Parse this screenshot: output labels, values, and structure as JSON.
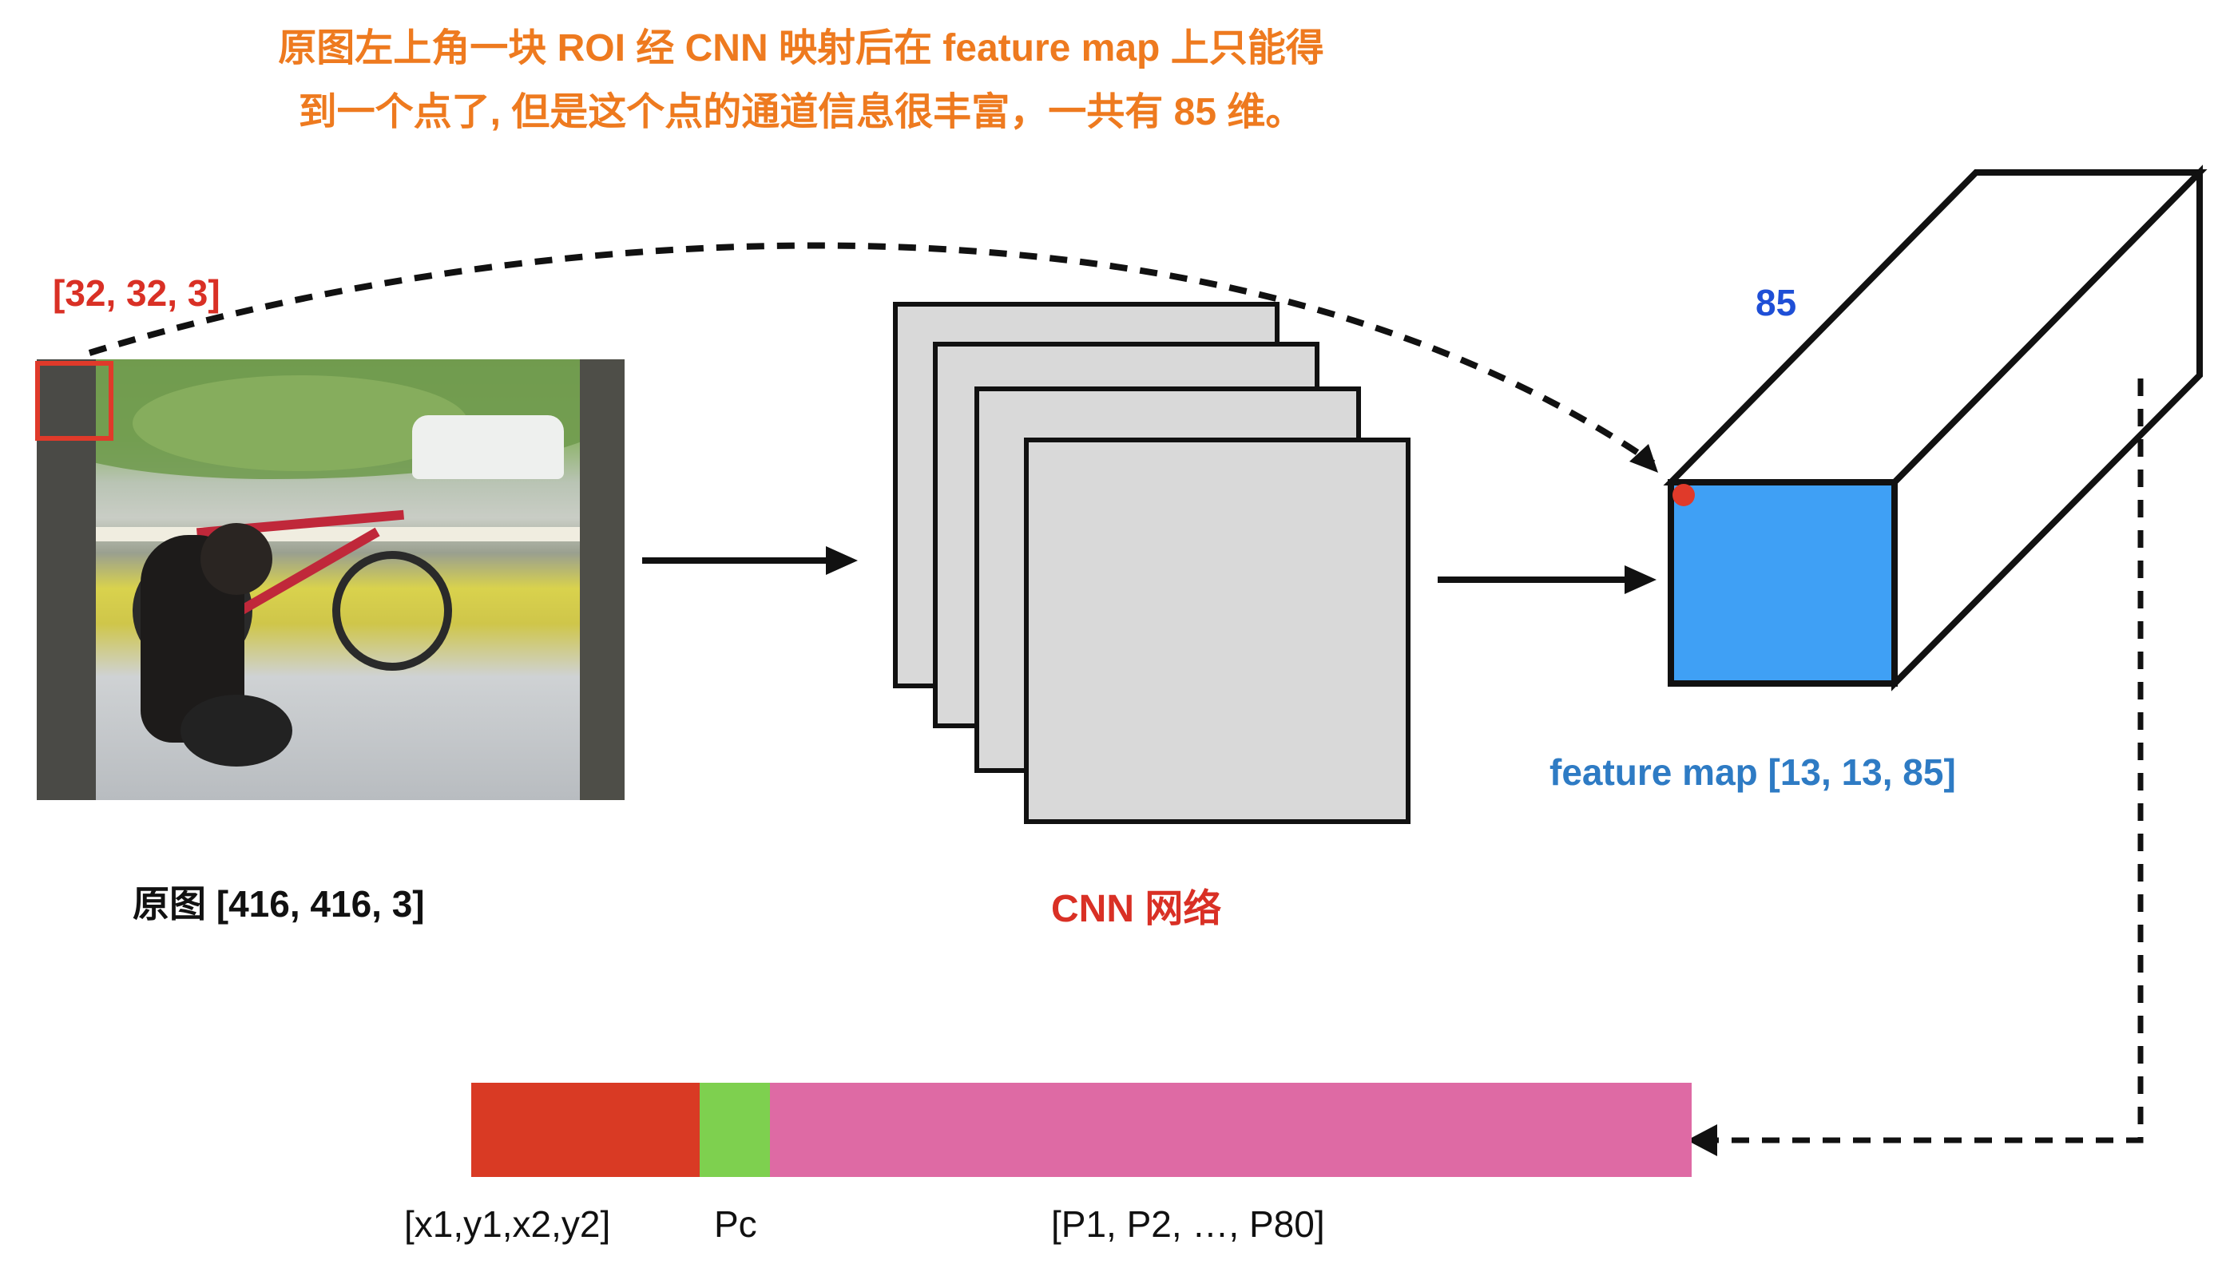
{
  "title": {
    "line1": "原图左上角一块 ROI 经 CNN 映射后在 feature map 上只能得",
    "line2": "到一个点了, 但是这个点的通道信息很丰富，一共有 85 维。"
  },
  "input_image": {
    "roi_size_label": "[32, 32, 3]",
    "caption": "原图  [416, 416, 3]"
  },
  "network": {
    "caption": "CNN 网络",
    "layer_count": 4
  },
  "feature_map": {
    "channels_label": "85",
    "caption": "feature map  [13, 13, 85]"
  },
  "output_vector": {
    "segments": [
      {
        "label": "[x1,y1,x2,y2]",
        "color": "#D93A24"
      },
      {
        "label": "Pc",
        "color": "#7ED04F"
      },
      {
        "label": "[P1, P2, …, P80]",
        "color": "#DE6AA4"
      }
    ]
  },
  "colors": {
    "title": "#EE7A1F",
    "roi": "#E03A2A",
    "feature_face": "#3FA0F5",
    "cnn_layer": "#D9D9D9",
    "channels": "#1F4FD6",
    "fm_caption": "#2E7BC4"
  }
}
